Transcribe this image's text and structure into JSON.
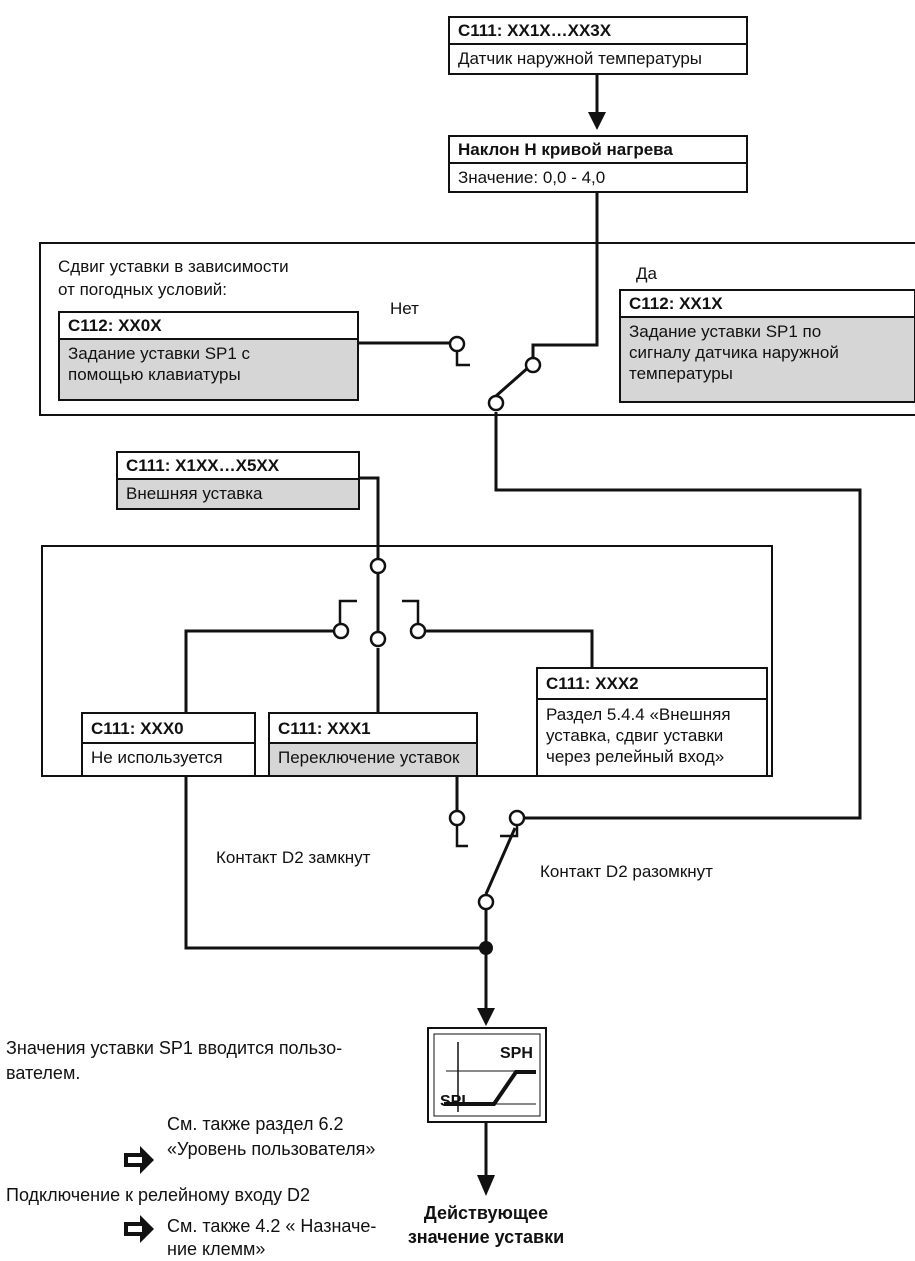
{
  "top_box": {
    "header": "C111: XX1X…XX3X",
    "body": "Датчик наружной температуры"
  },
  "slope_box": {
    "header": "Наклон H кривой нагрева",
    "body": "Значение: 0,0 - 4,0"
  },
  "weather_group": {
    "title_line1": "Сдвиг уставки в зависимости",
    "title_line2": "от погодных условий:",
    "label_no": "Нет",
    "label_yes": "Да"
  },
  "c112_0": {
    "header": "C112: XX0X",
    "body_line1": "Задание уставки SP1 с",
    "body_line2": "помощью клавиатуры"
  },
  "c112_1": {
    "header": "C112: XX1X",
    "body_line1": "Задание уставки SP1 по",
    "body_line2": "сигналу датчика наружной",
    "body_line3": "температуры"
  },
  "ext_box": {
    "header": "C111: X1XX…X5XX",
    "body": "Внешняя уставка"
  },
  "xxx0": {
    "header": "C111: XXX0",
    "body": "Не используется"
  },
  "xxx1": {
    "header": "C111: XXX1",
    "body": "Переключение уставок"
  },
  "xxx2": {
    "header": "C111: XXX2",
    "body_line1": "Раздел 5.4.4 «Внешняя",
    "body_line2": "уставка, сдвиг уставки",
    "body_line3": "через релейный вход»"
  },
  "contacts": {
    "closed": "Контакт D2 замкнут",
    "open": "Контакт D2 разомкнут"
  },
  "graph": {
    "sph": "SPH",
    "spl": "SPL"
  },
  "result": {
    "line1": "Действующее",
    "line2": "значение уставки"
  },
  "notes": {
    "sp1_line1": "Значения уставки SP1 вводится пользо-",
    "sp1_line2": "вателем.",
    "ref1_line1": "См. также раздел 6.2",
    "ref1_line2": "«Уровень пользователя»",
    "d2_line": "Подключение к релейному входу D2",
    "ref2_line1": "См. также 4.2 « Назначе-",
    "ref2_line2": "ние клемм»"
  },
  "colors": {
    "line": "#111111",
    "shade": "#d6d6d6"
  }
}
